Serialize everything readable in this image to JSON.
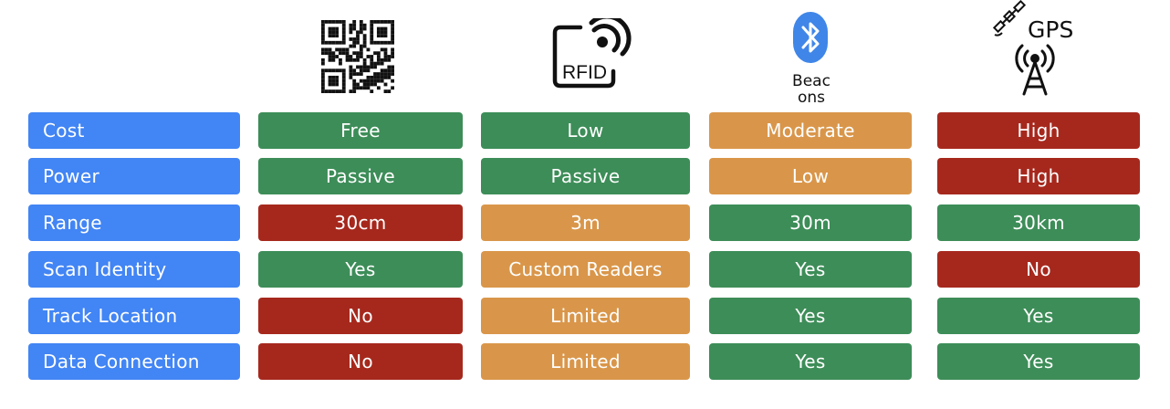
{
  "colors": {
    "label": "#4285f4",
    "good": "#3d8d58",
    "medium": "#d9964a",
    "bad": "#a6281d",
    "icon": "#111111",
    "bluetooth": "#3f86e8"
  },
  "columns": [
    {
      "key": "qr",
      "icon": "qr-code-icon"
    },
    {
      "key": "rfid",
      "icon": "rfid-tag-icon",
      "icon_text": "RFID"
    },
    {
      "key": "beacons",
      "icon": "bluetooth-icon",
      "label": "Beac\nons"
    },
    {
      "key": "gps",
      "icon": "satellite-antenna-icon",
      "label": "GPS"
    }
  ],
  "rows": [
    {
      "label": "Cost",
      "values": [
        {
          "text": "Free",
          "level": "good"
        },
        {
          "text": "Low",
          "level": "good"
        },
        {
          "text": "Moderate",
          "level": "medium"
        },
        {
          "text": "High",
          "level": "bad"
        }
      ]
    },
    {
      "label": "Power",
      "values": [
        {
          "text": "Passive",
          "level": "good"
        },
        {
          "text": "Passive",
          "level": "good"
        },
        {
          "text": "Low",
          "level": "medium"
        },
        {
          "text": "High",
          "level": "bad"
        }
      ]
    },
    {
      "label": "Range",
      "values": [
        {
          "text": "30cm",
          "level": "bad"
        },
        {
          "text": "3m",
          "level": "medium"
        },
        {
          "text": "30m",
          "level": "good"
        },
        {
          "text": "30km",
          "level": "good"
        }
      ]
    },
    {
      "label": "Scan Identity",
      "values": [
        {
          "text": "Yes",
          "level": "good"
        },
        {
          "text": "Custom Readers",
          "level": "medium"
        },
        {
          "text": "Yes",
          "level": "good"
        },
        {
          "text": "No",
          "level": "bad"
        }
      ]
    },
    {
      "label": "Track Location",
      "values": [
        {
          "text": "No",
          "level": "bad"
        },
        {
          "text": "Limited",
          "level": "medium"
        },
        {
          "text": "Yes",
          "level": "good"
        },
        {
          "text": "Yes",
          "level": "good"
        }
      ]
    },
    {
      "label": "Data Connection",
      "values": [
        {
          "text": "No",
          "level": "bad"
        },
        {
          "text": "Limited",
          "level": "medium"
        },
        {
          "text": "Yes",
          "level": "good"
        },
        {
          "text": "Yes",
          "level": "good"
        }
      ]
    }
  ]
}
